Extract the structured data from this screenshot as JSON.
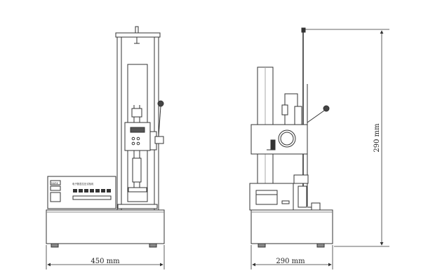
{
  "dimensions": {
    "front_width": "450 mm",
    "side_width": "290 mm",
    "side_height": "290 mm"
  },
  "controller_label": "电子数显拉压试验机",
  "controller_brand": "MARK",
  "colors": {
    "line": "#333333",
    "shadow": "#999999"
  }
}
